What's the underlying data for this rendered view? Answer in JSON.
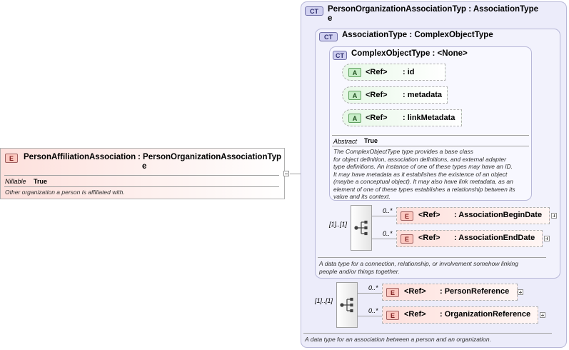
{
  "root_element": {
    "badge": "E",
    "name": "PersonAffiliationAssociation",
    "type_line1": ": PersonOrganizationAssociationTyp",
    "type_line2": "e",
    "prop_label": "Nillable",
    "prop_value": "True",
    "description": "Other organization a person is affiliated with."
  },
  "outer_type": {
    "badge": "CT",
    "title_line1": "PersonOrganizationAssociationTyp : AssociationType",
    "title_line2": "e",
    "description": "A data type for an association between a person and an organization.",
    "cardinality": "[1]..[1]",
    "elements": [
      {
        "badge": "E",
        "ref": "<Ref>",
        "name": ": PersonReference",
        "occurs": "0..*"
      },
      {
        "badge": "E",
        "ref": "<Ref>",
        "name": ": OrganizationReference",
        "occurs": "0..*"
      }
    ]
  },
  "association_type": {
    "badge": "CT",
    "title": "AssociationType : ComplexObjectType",
    "description_line1": "A data type for a connection, relationship, or involvement somehow linking",
    "description_line2": "people and/or things together.",
    "cardinality": "[1]..[1]",
    "elements": [
      {
        "badge": "E",
        "ref": "<Ref>",
        "name": ": AssociationBeginDate",
        "occurs": "0..*"
      },
      {
        "badge": "E",
        "ref": "<Ref>",
        "name": ": AssociationEndDate",
        "occurs": "0..*"
      }
    ]
  },
  "complex_object_type": {
    "badge": "CT",
    "title": "ComplexObjectType : <None>",
    "attributes": [
      {
        "badge": "A",
        "ref": "<Ref>",
        "name": ": id"
      },
      {
        "badge": "A",
        "ref": "<Ref>",
        "name": ": metadata"
      },
      {
        "badge": "A",
        "ref": "<Ref>",
        "name": ": linkMetadata"
      }
    ],
    "prop_label": "Abstract",
    "prop_value": "True",
    "description_lines": [
      "The ComplexObjectType type provides a base class",
      "for object definition, association definitions, and external adapter",
      "type definitions. An instance of one of these types may have an ID.",
      "It may have metadata as it establishes the existence of an object",
      "(maybe a conceptual object). It may also have link metadata, as an",
      "element of one of these types establishes a relationship between its",
      "value and its context."
    ]
  }
}
